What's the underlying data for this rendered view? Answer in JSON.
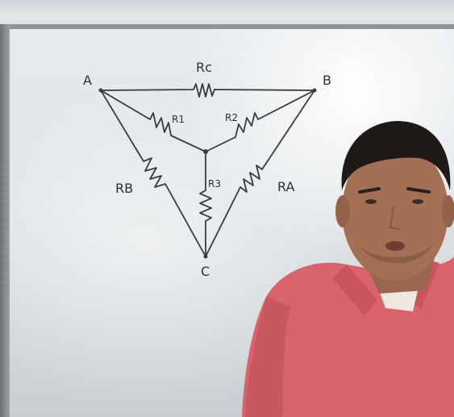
{
  "diagram": {
    "nodes": {
      "a": "A",
      "b": "B",
      "c": "C"
    },
    "resistors": {
      "rc": "Rc",
      "r1": "R1",
      "r2": "R2",
      "r3": "R3",
      "ra": "RA",
      "rb": "RB"
    }
  },
  "colors": {
    "marker": "#3a3c3f",
    "board": "#e3e7ea",
    "shirt": "#d9646c",
    "skin": "#a36f55",
    "hair": "#1f1a17"
  }
}
